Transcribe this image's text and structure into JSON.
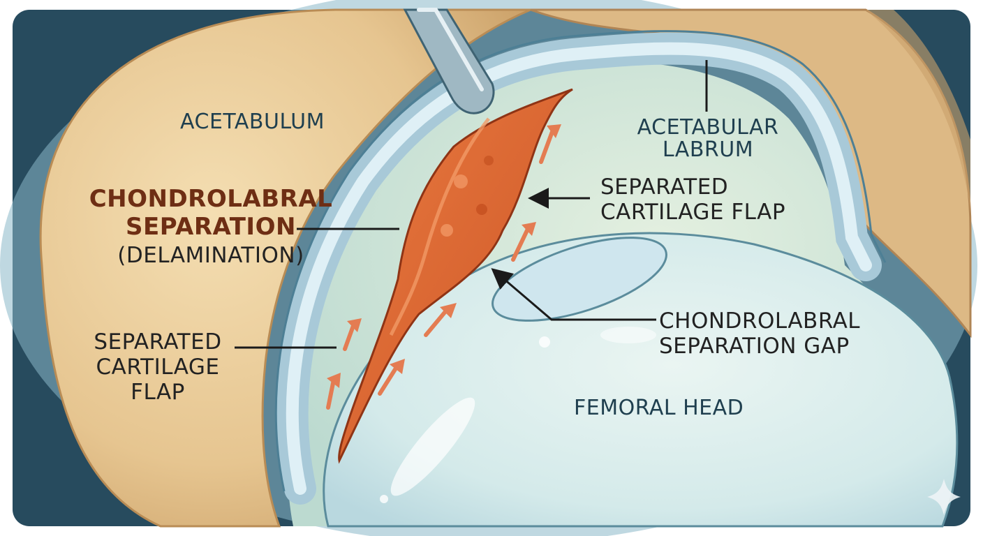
{
  "labels": {
    "acetabulum": "ACETABULUM",
    "acetabular_labrum": [
      "ACETABULAR",
      "LABRUM"
    ],
    "chondrolabral_separation": [
      "CHONDROLABRAL",
      "SEPARATION",
      "(DELAMINATION)"
    ],
    "separated_flap_right": [
      "SEPARATED",
      "CARTILAGE FLAP"
    ],
    "chondrolabral_gap": [
      "CHONDROLABRAL",
      "SEPARATION GAP"
    ],
    "separated_flap_left": [
      "SEPARATED",
      "CARTILAGE",
      "FLAP"
    ],
    "femoral_head": "FEMORAL HEAD"
  },
  "colors": {
    "frame_bg": "#274b5e",
    "acetabulum_bone": "#e8c894",
    "labrum": "#c3dce8",
    "femoral_head": "#d8ecec",
    "flap": "#dd6632",
    "arrow": "#e47c52",
    "leader_line": "#1a1a1a"
  }
}
